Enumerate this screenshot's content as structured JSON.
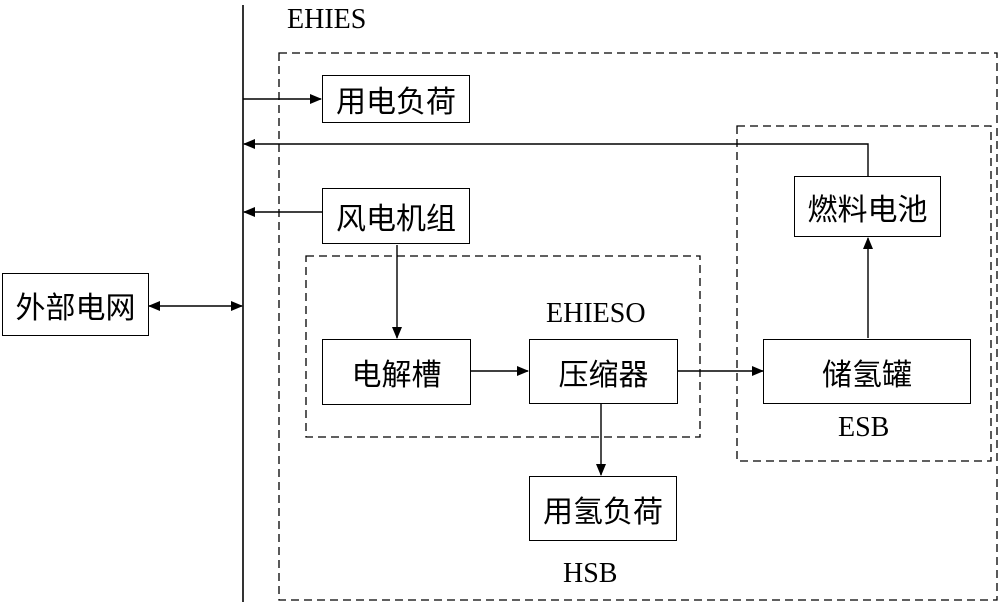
{
  "labels": {
    "system": "EHIES",
    "subsystem": "EHIESO",
    "storage": "ESB",
    "hydrogen": "HSB"
  },
  "nodes": {
    "grid": "外部电网",
    "electric_load": "用电负荷",
    "wind": "风电机组",
    "fuel_cell": "燃料电池",
    "electrolyzer": "电解槽",
    "compressor": "压缩器",
    "tank": "储氢罐",
    "hydrogen_load": "用氢负荷"
  }
}
